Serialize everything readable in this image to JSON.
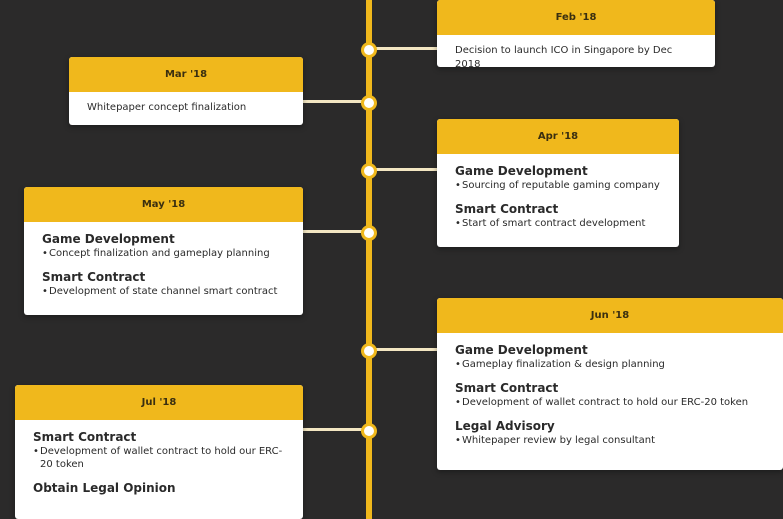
{
  "timeline": {
    "events": [
      {
        "id": "feb18",
        "date": "Feb '18",
        "text": "Decision to launch ICO in Singapore by Dec 2018"
      },
      {
        "id": "mar18",
        "date": "Mar '18",
        "text": "Whitepaper concept finalization"
      },
      {
        "id": "apr18",
        "date": "Apr '18",
        "sections": [
          {
            "title": "Game Development",
            "items": [
              "Sourcing of reputable gaming company"
            ]
          },
          {
            "title": "Smart Contract",
            "items": [
              "Start of smart contract development"
            ]
          }
        ]
      },
      {
        "id": "may18",
        "date": "May '18",
        "sections": [
          {
            "title": "Game Development",
            "items": [
              "Concept finalization and gameplay planning"
            ]
          },
          {
            "title": "Smart Contract",
            "items": [
              "Development of state channel smart contract"
            ]
          }
        ]
      },
      {
        "id": "jun18",
        "date": "Jun '18",
        "sections": [
          {
            "title": "Game Development",
            "items": [
              "Gameplay finalization & design planning"
            ]
          },
          {
            "title": "Smart Contract",
            "items": [
              "Development of wallet contract to hold our ERC-20 token"
            ]
          },
          {
            "title": "Legal Advisory",
            "items": [
              "Whitepaper review by legal consultant"
            ]
          }
        ]
      },
      {
        "id": "jul18",
        "date": "Jul '18",
        "sections": [
          {
            "title": "Smart Contract",
            "items": [
              "Development of wallet contract to hold our ERC-20 token"
            ]
          },
          {
            "title": "Obtain Legal Opinion",
            "items": []
          }
        ]
      }
    ]
  },
  "colors": {
    "accent": "#f0b81c",
    "background": "#2b2a2a",
    "card": "#ffffff"
  },
  "bullet_glyph": "•"
}
